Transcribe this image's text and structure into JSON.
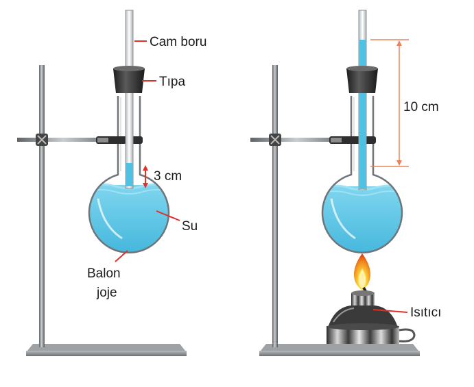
{
  "labels": {
    "glass_tube": "Cam boru",
    "stopper": "Tıpa",
    "height_left": "3 cm",
    "water": "Su",
    "flask_line1": "Balon",
    "flask_line2": "joje",
    "height_right": "10 cm",
    "heater": "Isıtıcı"
  },
  "colors": {
    "water": "#5bc8e6",
    "water_dark": "#39a9d0",
    "stand": "#8a8f93",
    "stopper": "#3a3a3a",
    "callout": "#e0302a",
    "flame_outer": "#f08a1c",
    "flame_inner": "#ffd43a"
  },
  "icons": {
    "left": "flask-on-stand-icon",
    "right": "heated-flask-on-stand-icon"
  }
}
